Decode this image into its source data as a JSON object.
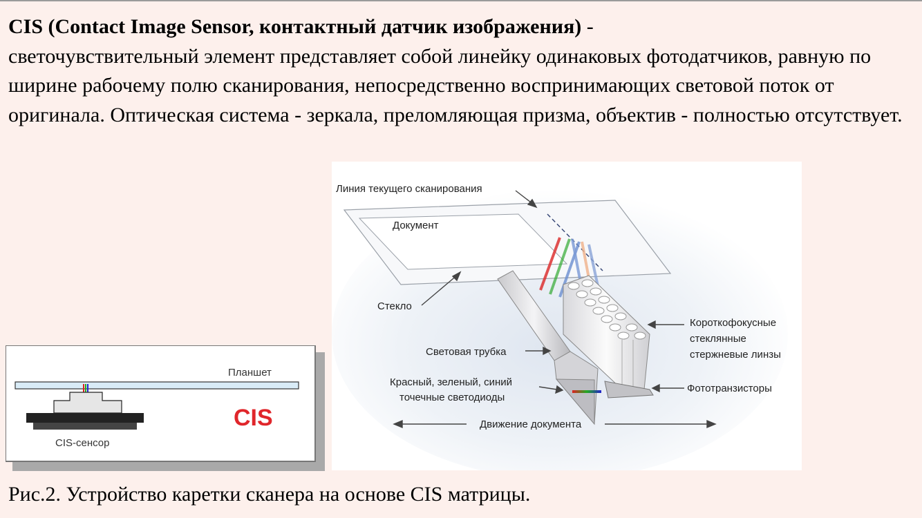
{
  "intro": {
    "title": "CIS (Contact Image Sensor, контактный датчик изображения)",
    "dash": " -",
    "body": "светочувствительный элемент представляет собой линейку одинаковых фотодатчиков, равную по ширине рабочему полю сканирования, непосредственно воспринимающих световой поток от оригинала. Оптическая система - зеркала, преломляющая призма, объектив - полностью отсутствует."
  },
  "main_diagram": {
    "labels": {
      "scan_line": "Линия текущего сканирования",
      "document": "Документ",
      "glass": "Стекло",
      "light_tube": "Световая трубка",
      "leds_line1": "Красный, зеленый, синий",
      "leds_line2": "точечные светодиоды",
      "lenses_line1": "Короткофокусные",
      "lenses_line2": "стеклянные",
      "lenses_line3": "стержневые линзы",
      "phototransistors": "Фототранзисторы",
      "doc_motion": "Движение документа"
    }
  },
  "small_diagram": {
    "tablet_label": "Планшет",
    "sensor_label": "CIS-сенсор",
    "cis_label": "CIS",
    "cis_color": "#e0262b"
  },
  "caption": "Рис.2. Устройство каретки сканера на основе CIS матрицы."
}
